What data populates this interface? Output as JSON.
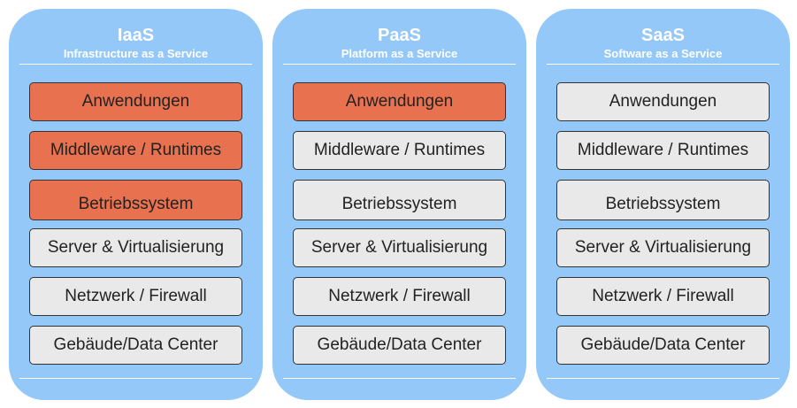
{
  "columns": [
    {
      "title": "IaaS",
      "subtitle": "Infrastructure as a Service",
      "layers": [
        {
          "label": "Anwendungen",
          "managed_by_customer": true
        },
        {
          "label": "Middleware / Runtimes",
          "managed_by_customer": true
        },
        {
          "label": "Betriebssystem",
          "managed_by_customer": true
        },
        {
          "label": "Server & Virtualisierung",
          "managed_by_customer": false
        },
        {
          "label": "Netzwerk / Firewall",
          "managed_by_customer": false
        },
        {
          "label": "Gebäude/Data Center",
          "managed_by_customer": false
        }
      ]
    },
    {
      "title": "PaaS",
      "subtitle": "Platform as a Service",
      "layers": [
        {
          "label": "Anwendungen",
          "managed_by_customer": true
        },
        {
          "label": "Middleware / Runtimes",
          "managed_by_customer": false
        },
        {
          "label": "Betriebssystem",
          "managed_by_customer": false
        },
        {
          "label": "Server & Virtualisierung",
          "managed_by_customer": false
        },
        {
          "label": "Netzwerk / Firewall",
          "managed_by_customer": false
        },
        {
          "label": "Gebäude/Data Center",
          "managed_by_customer": false
        }
      ]
    },
    {
      "title": "SaaS",
      "subtitle": "Software as a Service",
      "layers": [
        {
          "label": "Anwendungen",
          "managed_by_customer": false
        },
        {
          "label": "Middleware / Runtimes",
          "managed_by_customer": false
        },
        {
          "label": "Betriebssystem",
          "managed_by_customer": false
        },
        {
          "label": "Server & Virtualisierung",
          "managed_by_customer": false
        },
        {
          "label": "Netzwerk / Firewall",
          "managed_by_customer": false
        },
        {
          "label": "Gebäude/Data Center",
          "managed_by_customer": false
        }
      ]
    }
  ],
  "colors": {
    "column_background": "#94c8f8",
    "customer_layer": "#e8714f",
    "provider_layer": "#e9e9e9",
    "header_text": "#ffffff"
  }
}
